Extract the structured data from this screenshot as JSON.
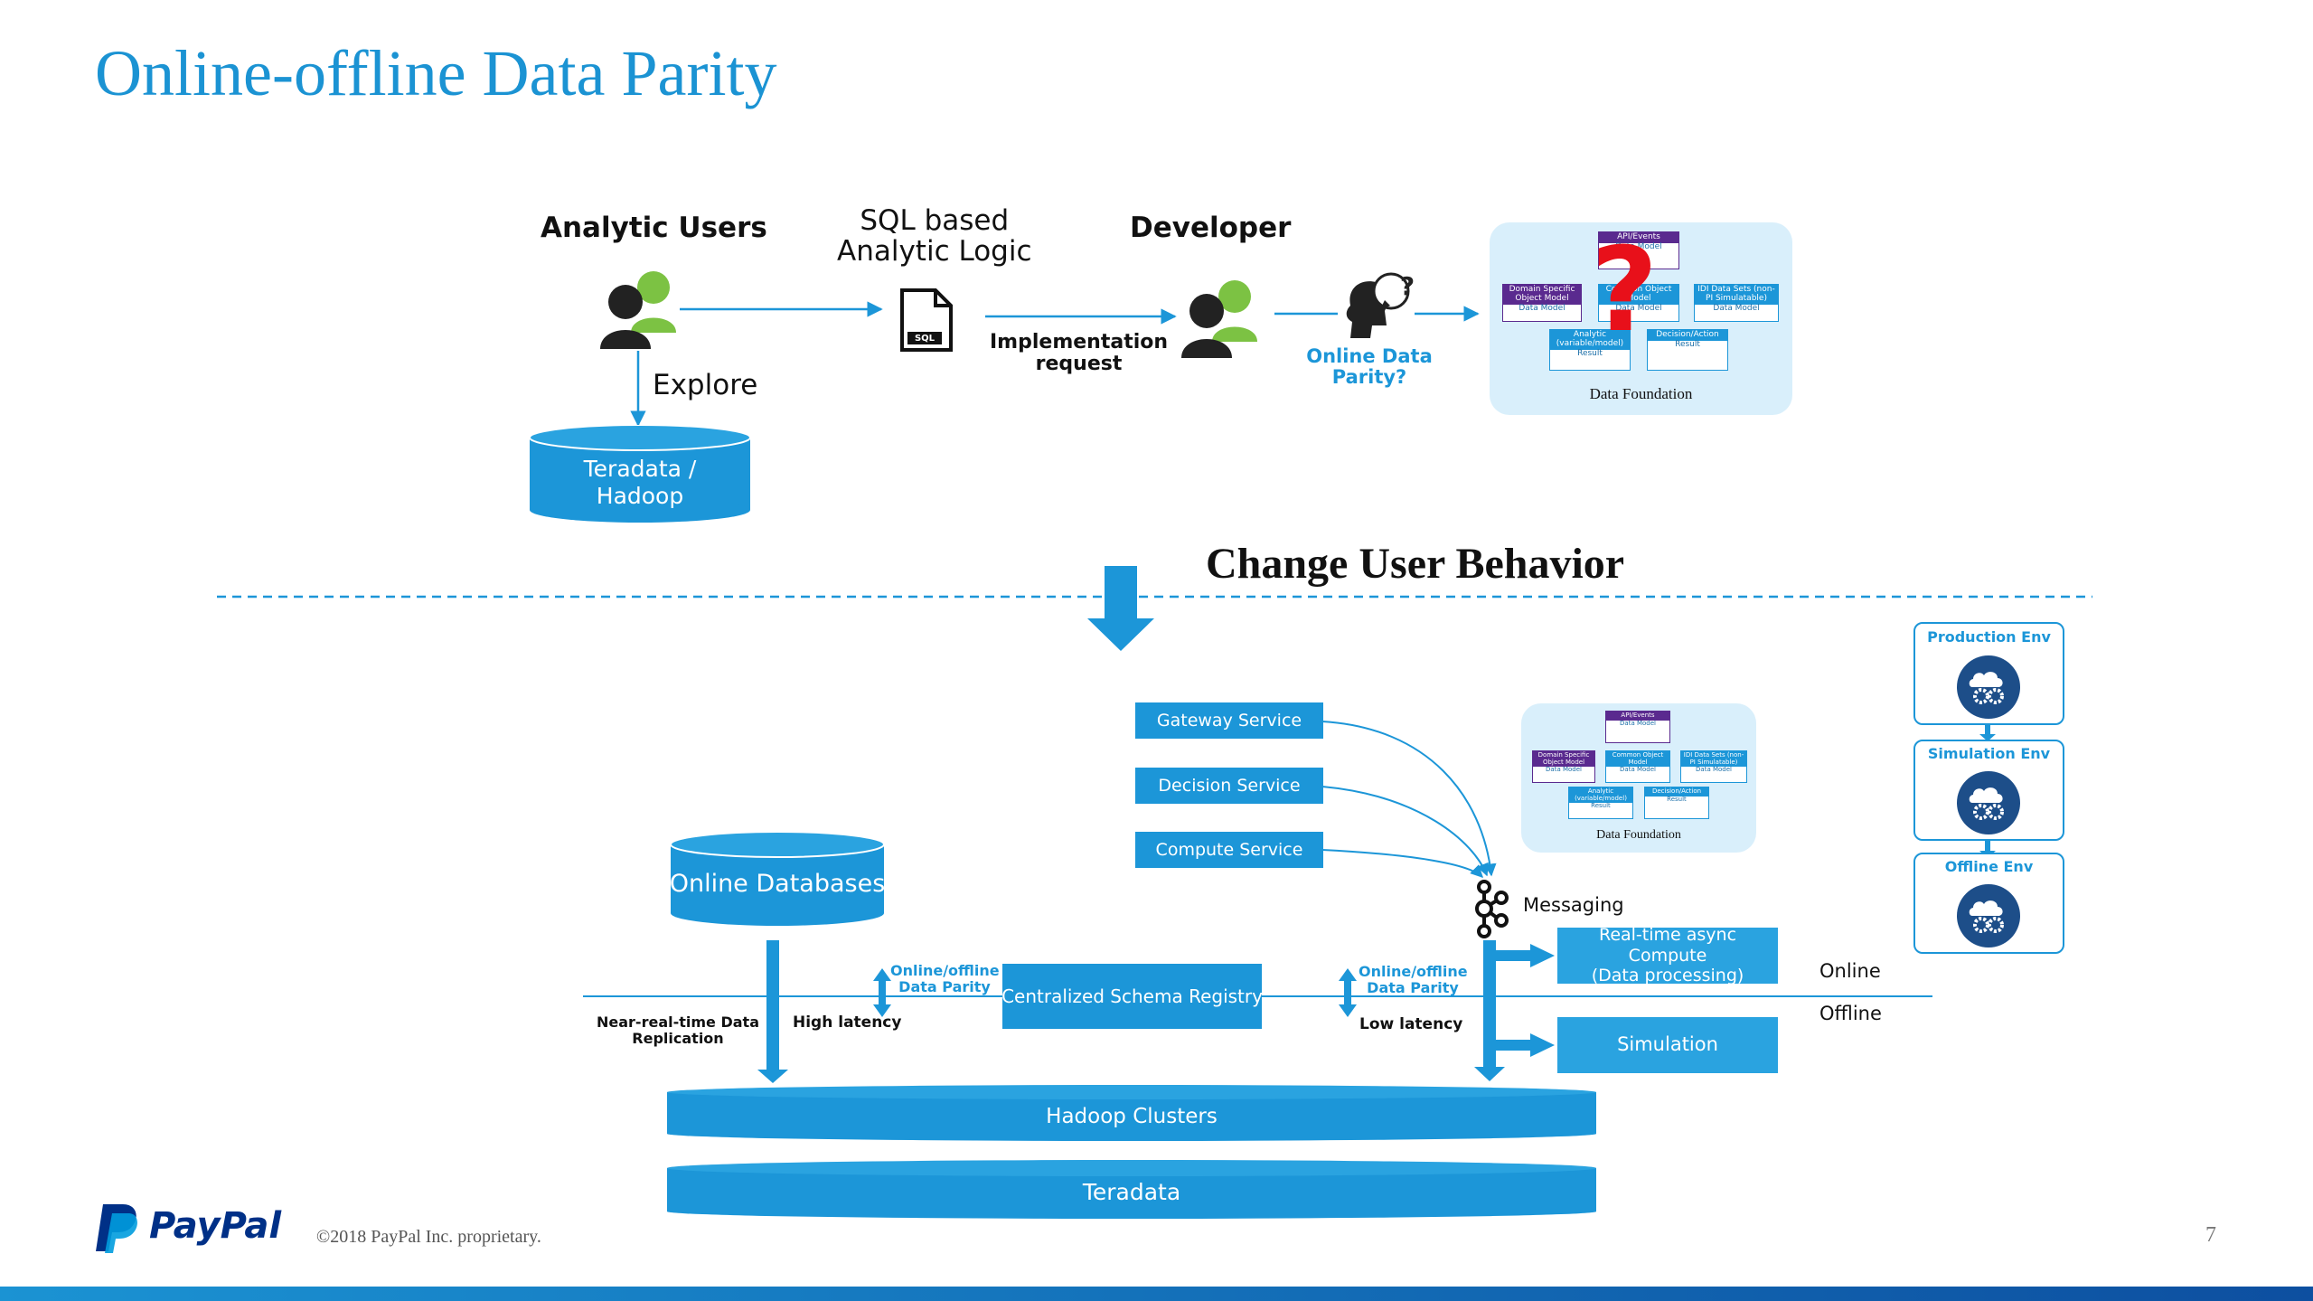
{
  "slide": {
    "title": "Online-offline Data Parity",
    "page_number": "7",
    "copyright": "©2018 PayPal Inc. proprietary.",
    "logo_text": "PayPal"
  },
  "top_flow": {
    "analytic_users": "Analytic Users",
    "sql_logic_line1": "SQL based",
    "sql_logic_line2": "Analytic Logic",
    "sql_file_tag": "SQL",
    "developer": "Developer",
    "implementation_line1": "Implementation",
    "implementation_line2": "request",
    "explore": "Explore",
    "teradata_hadoop_line1": "Teradata /",
    "teradata_hadoop_line2": "Hadoop",
    "online_parity_line1": "Online Data",
    "online_parity_line2": "Parity?",
    "question_mark": "?",
    "data_foundation": {
      "caption": "Data Foundation",
      "api_events": "API/Events",
      "api_model": "Data Model",
      "domain_specific": "Domain Specific Object Model",
      "common": "Common Object Model",
      "idi": "IDI Data Sets (non-PI Simulatable)",
      "analytic": "Analytic (variable/model)",
      "decision": "Decision/Action",
      "data_model": "Data Model",
      "result": "Result"
    }
  },
  "divider": {
    "change_behavior": "Change User Behavior"
  },
  "bottom_flow": {
    "services": [
      "Gateway Service",
      "Decision Service",
      "Compute Service"
    ],
    "messaging": "Messaging",
    "realtime_line1": "Real-time async Compute",
    "realtime_line2": "(Data processing)",
    "simulation": "Simulation",
    "online": "Online",
    "offline": "Offline",
    "online_databases": "Online Databases",
    "near_real_time_line1": "Near-real-time Data",
    "near_real_time_line2": "Replication",
    "high_latency": "High latency",
    "low_latency": "Low latency",
    "parity_left_line1": "Online/offline",
    "parity_left_line2": "Data Parity",
    "parity_right_line1": "Online/offline",
    "parity_right_line2": "Data Parity",
    "schema_registry": "Centralized Schema Registry",
    "hadoop_clusters": "Hadoop Clusters",
    "teradata": "Teradata",
    "data_foundation_caption": "Data Foundation",
    "environments": [
      "Production Env",
      "Simulation Env",
      "Offline Env"
    ]
  },
  "colors": {
    "accent": "#1b93d3",
    "service_blue": "#1c96d8",
    "purple": "#5a2a8f",
    "question_red": "#e8101a",
    "user_green": "#7cc243",
    "df_bg": "#d9effb"
  }
}
